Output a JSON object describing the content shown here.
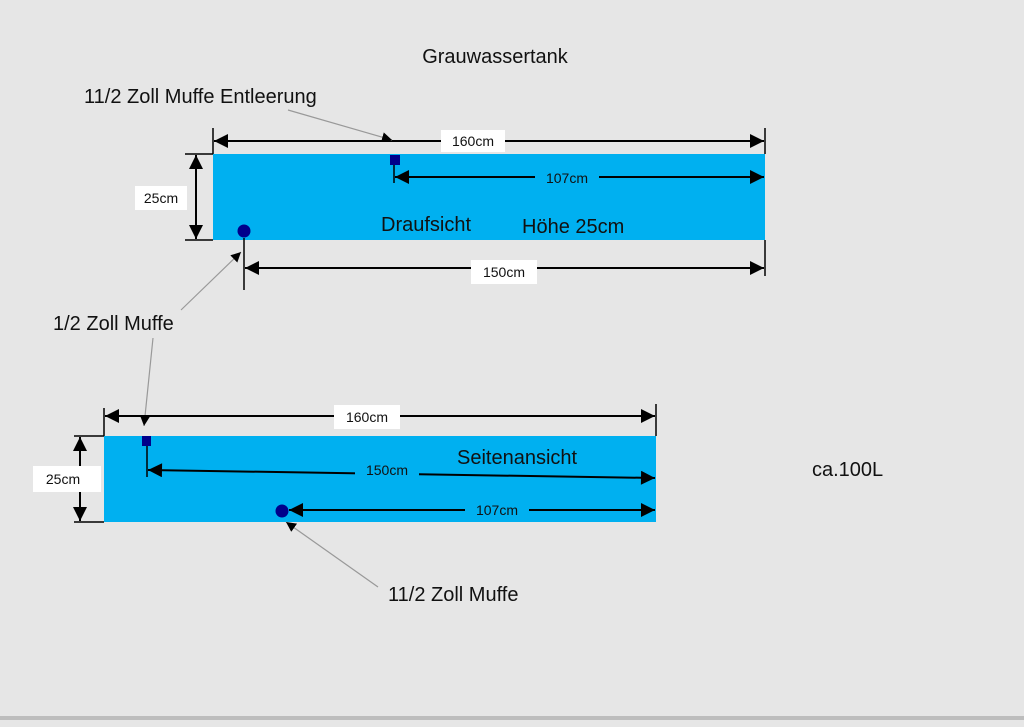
{
  "title": "Grauwassertank",
  "volume": "ca.100L",
  "colors": {
    "background": "#e6e6e6",
    "tank": "#00b0f0",
    "fitting": "#00008b",
    "dimension": "#000000",
    "leader": "#9a9a9a"
  },
  "top_view": {
    "label": "Draufsicht",
    "height_note": "Höhe 25cm",
    "dim_length": "160cm",
    "dim_width": "25cm",
    "dim_outlet": "107cm",
    "dim_inlet": "150cm"
  },
  "side_view": {
    "label": "Seitenansicht",
    "dim_length": "160cm",
    "dim_height": "25cm",
    "dim_inlet": "150cm",
    "dim_outlet": "107cm"
  },
  "callouts": {
    "drain_top": "11/2 Zoll Muffe Entleerung",
    "half_inch": "1/2 Zoll Muffe",
    "drain_side": "11/2 Zoll Muffe"
  }
}
